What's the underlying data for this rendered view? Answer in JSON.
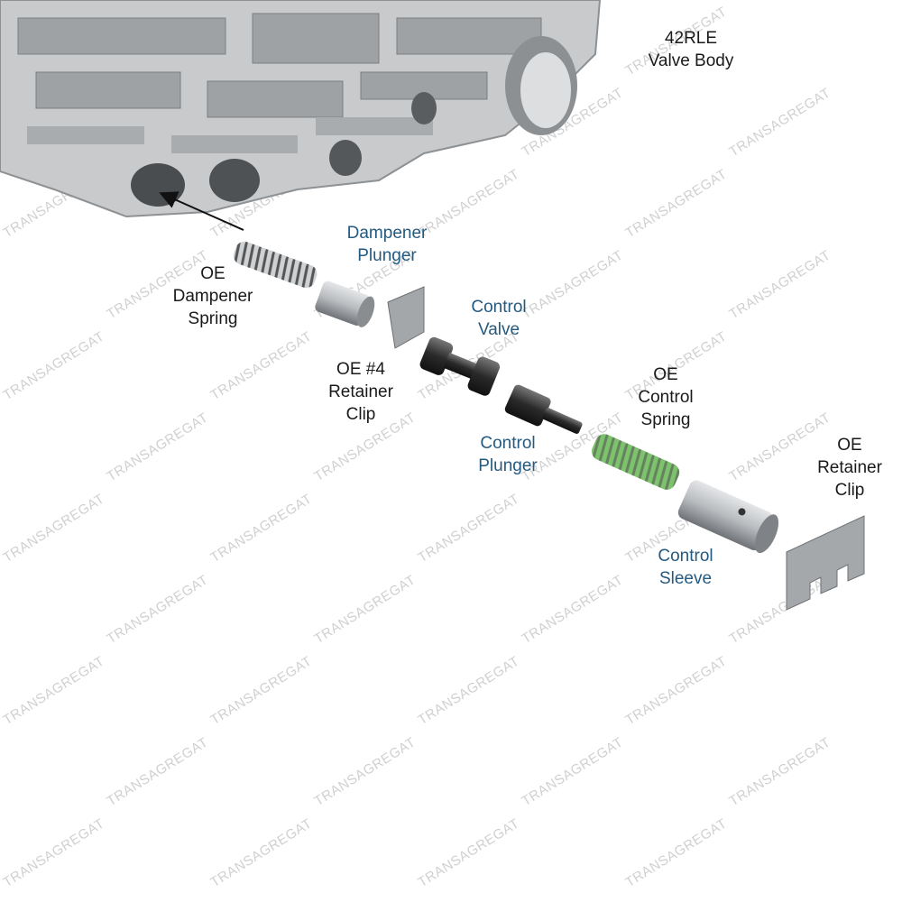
{
  "watermark": "TRANSAGREGAT",
  "colors": {
    "label_black": "#1a1a1a",
    "label_blue": "#245a80",
    "spring_green": "#4a9a3c",
    "metal": "#b9bcbf"
  },
  "labels": {
    "valve_body": [
      "42RLE",
      "Valve Body"
    ],
    "dampener_spring": [
      "OE",
      "Dampener",
      "Spring"
    ],
    "dampener_plunger": [
      "Dampener",
      "Plunger"
    ],
    "retainer_clip_4": [
      "OE #4",
      "Retainer",
      "Clip"
    ],
    "control_valve": [
      "Control",
      "Valve"
    ],
    "control_plunger": [
      "Control",
      "Plunger"
    ],
    "control_spring": [
      "OE",
      "Control",
      "Spring"
    ],
    "control_sleeve": [
      "Control",
      "Sleeve"
    ],
    "retainer_clip": [
      "OE",
      "Retainer",
      "Clip"
    ]
  }
}
